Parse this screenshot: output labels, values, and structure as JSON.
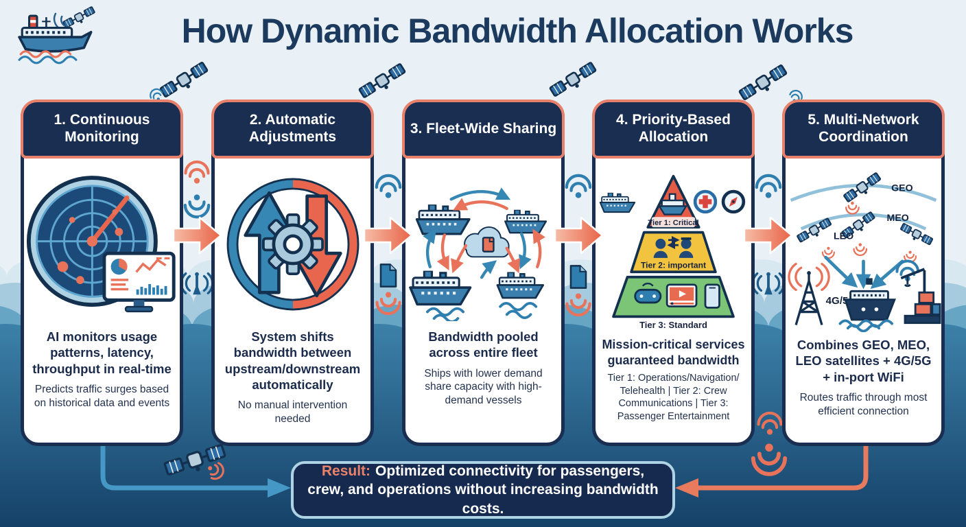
{
  "header": {
    "title": "How Dynamic Bandwidth Allocation Works",
    "logo_icon": "cruise-ship-satellite-icon"
  },
  "steps": [
    {
      "title": "1. Continuous Monitoring",
      "icon": "radar-monitor-icon",
      "heading": "AI monitors usage patterns, latency, throughput in real-time",
      "description": "Predicts traffic surges based on historical data and events"
    },
    {
      "title": "2. Automatic Adjustments",
      "icon": "up-down-arrows-gear-icon",
      "heading": "System shifts bandwidth between upstream/downstream automatically",
      "description": "No manual intervention needed"
    },
    {
      "title": "3. Fleet-Wide Sharing",
      "icon": "ships-cloud-sharing-icon",
      "heading": "Bandwidth pooled across entire fleet",
      "description": "Ships with lower demand share capacity with high-demand vessels"
    },
    {
      "title": "4. Priority-Based Allocation",
      "icon": "priority-pyramid-icon",
      "heading": "Mission-critical services guaranteed bandwidth",
      "description": "Tier 1: Operations/Navigation/ Telehealth | Tier 2: Crew Communications | Tier 3: Passenger Entertainment",
      "tiers": [
        {
          "label": "Tier 1: Critical",
          "color": "#e55b46"
        },
        {
          "label": "Tier 2: important",
          "color": "#f2c33e"
        },
        {
          "label": "Tier 3: Standard",
          "color": "#7cc577"
        }
      ]
    },
    {
      "title": "5. Multi-Network Coordination",
      "icon": "multi-network-icon",
      "heading": "Combines GEO, MEO, LEO satellites + 4G/5G + in-port WiFi",
      "description": "Routes traffic through most efficient connection",
      "labels": [
        "GEO",
        "MEO",
        "LEO",
        "4G/5G"
      ]
    }
  ],
  "result": {
    "label": "Result:",
    "text": "Optimized connectivity for passengers, crew, and operations without increasing bandwidth costs."
  },
  "colors": {
    "navy": "#1a2e52",
    "coral_accent": "#e86a50",
    "blue_accent": "#3787b5",
    "result_border": "#aed3e5",
    "background_light": "#e9f1f6",
    "ocean_deep": "#154168"
  }
}
